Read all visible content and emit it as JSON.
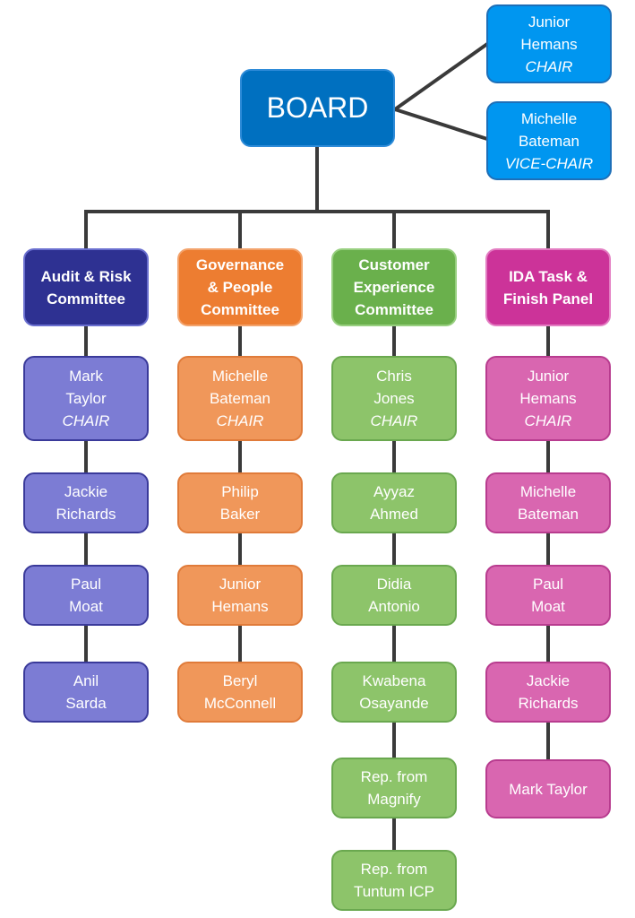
{
  "board": {
    "label": "BOARD"
  },
  "top_roles": [
    {
      "first": "Junior",
      "last": "Hemans",
      "role": "CHAIR"
    },
    {
      "first": "Michelle",
      "last": "Bateman",
      "role": "VICE-CHAIR"
    }
  ],
  "committees": [
    {
      "title_lines": [
        "Audit & Risk",
        "Committee"
      ],
      "members": [
        {
          "lines": [
            "Mark",
            "Taylor"
          ],
          "role": "CHAIR"
        },
        {
          "lines": [
            "Jackie",
            "Richards"
          ],
          "role": ""
        },
        {
          "lines": [
            "Paul",
            "Moat"
          ],
          "role": ""
        },
        {
          "lines": [
            "Anil",
            "Sarda"
          ],
          "role": ""
        }
      ]
    },
    {
      "title_lines": [
        "Governance",
        "& People",
        "Committee"
      ],
      "members": [
        {
          "lines": [
            "Michelle",
            "Bateman"
          ],
          "role": "CHAIR"
        },
        {
          "lines": [
            "Philip",
            "Baker"
          ],
          "role": ""
        },
        {
          "lines": [
            "Junior",
            "Hemans"
          ],
          "role": ""
        },
        {
          "lines": [
            "Beryl",
            "McConnell"
          ],
          "role": ""
        }
      ]
    },
    {
      "title_lines": [
        "Customer",
        "Experience",
        "Committee"
      ],
      "members": [
        {
          "lines": [
            "Chris",
            "Jones"
          ],
          "role": "CHAIR"
        },
        {
          "lines": [
            "Ayyaz",
            "Ahmed"
          ],
          "role": ""
        },
        {
          "lines": [
            "Didia",
            "Antonio"
          ],
          "role": ""
        },
        {
          "lines": [
            "Kwabena",
            "Osayande"
          ],
          "role": ""
        },
        {
          "lines": [
            "Rep. from",
            "Magnify"
          ],
          "role": ""
        },
        {
          "lines": [
            "Rep. from",
            "Tuntum ICP"
          ],
          "role": ""
        }
      ]
    },
    {
      "title_lines": [
        "IDA Task &",
        "Finish Panel"
      ],
      "members": [
        {
          "lines": [
            "Junior",
            "Hemans"
          ],
          "role": "CHAIR"
        },
        {
          "lines": [
            "Michelle",
            "Bateman"
          ],
          "role": ""
        },
        {
          "lines": [
            "Paul",
            "Moat"
          ],
          "role": ""
        },
        {
          "lines": [
            "Jackie",
            "Richards"
          ],
          "role": ""
        },
        {
          "lines": [
            "Mark Taylor"
          ],
          "role": ""
        }
      ]
    }
  ]
}
